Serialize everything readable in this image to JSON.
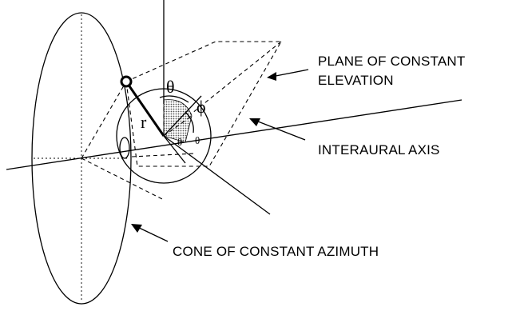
{
  "labels": {
    "plane_line1": "PLANE OF CONSTANT",
    "plane_line2": "ELEVATION",
    "axis": "INTERAURAL AXIS",
    "cone": "CONE OF CONSTANT AZIMUTH"
  },
  "symbols": {
    "theta": "θ",
    "phi": "ϕ",
    "r": "r"
  }
}
